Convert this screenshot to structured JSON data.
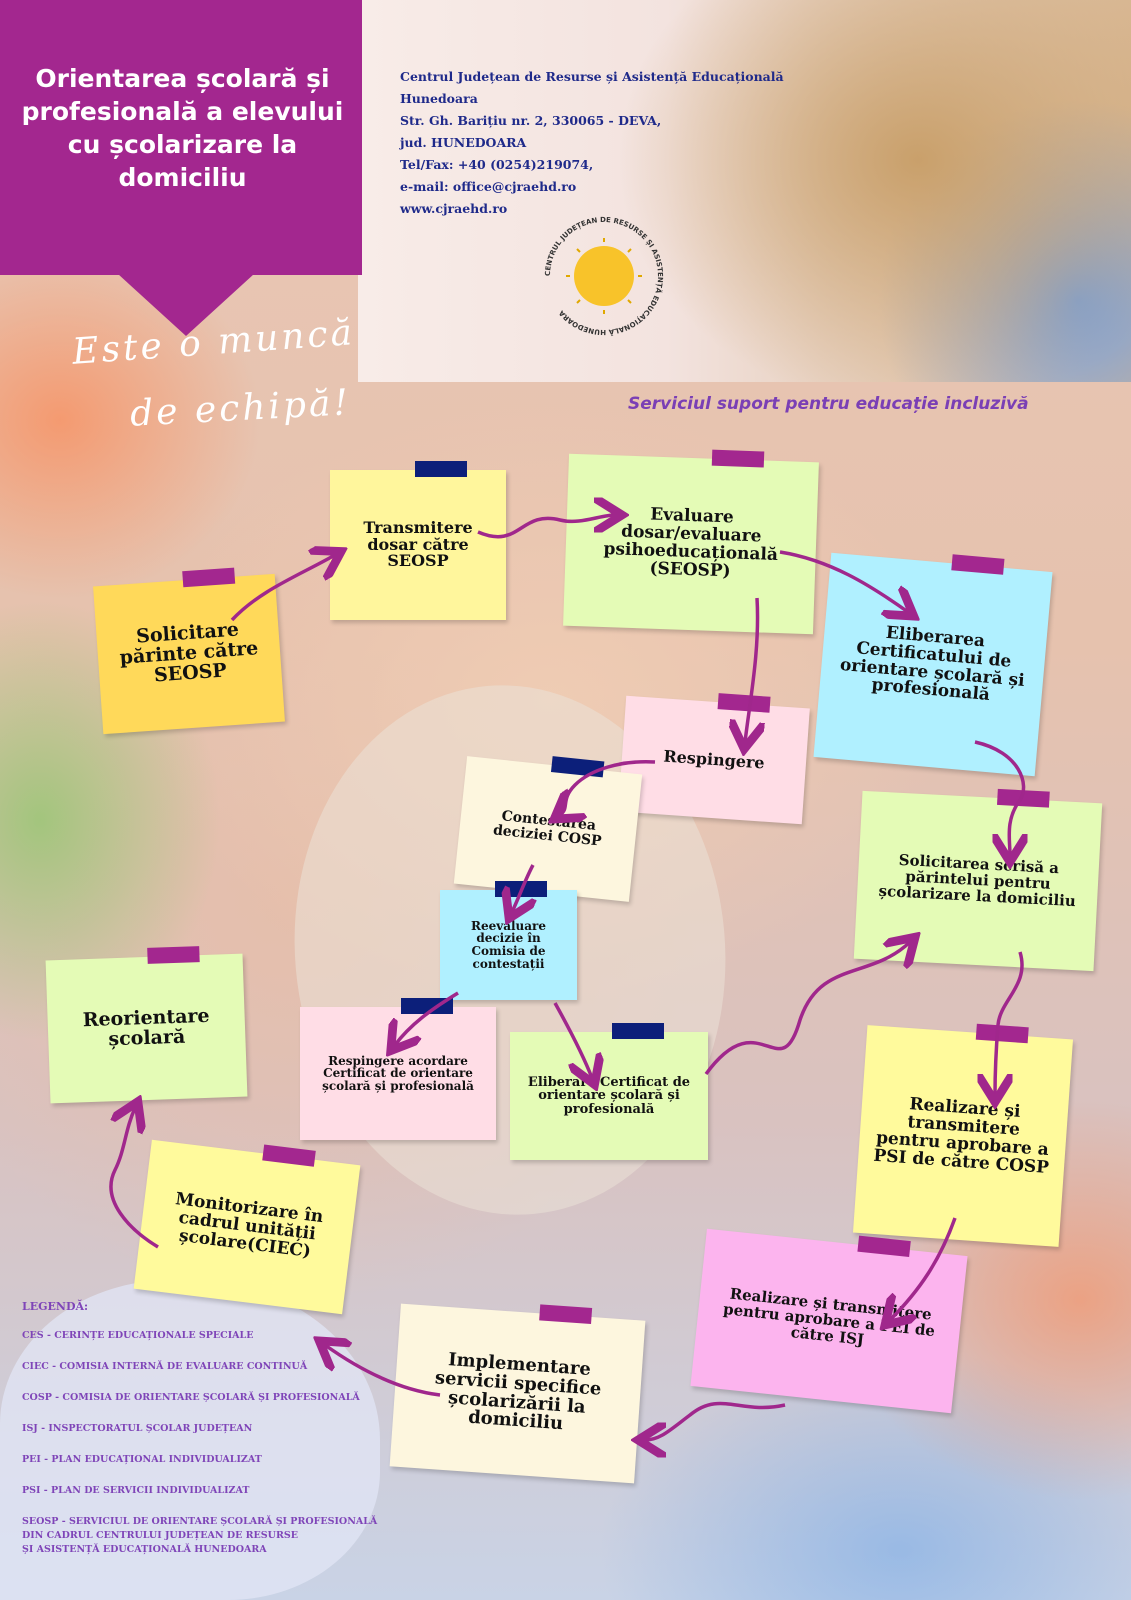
{
  "header": {
    "title": "Orientarea școlară și profesională a elevului cu școlarizare la domiciliu",
    "slogan_line1": "Este o muncă",
    "slogan_line2": "de echipă!",
    "subtitle": "Serviciul suport pentru educație incluzivă"
  },
  "contact": {
    "lines": [
      "Centrul Județean de Resurse și Asistență Educațională",
      "Hunedoara",
      "Str. Gh. Barițiu  nr. 2, 330065  - DEVA,",
      "jud. HUNEDOARA",
      "Tel/Fax:   +40 (0254)219074,",
      "e-mail: office@cjraehd.ro",
      "www.cjraehd.ro"
    ]
  },
  "logo": {
    "text": "CENTRUL JUDEȚEAN DE RESURSE ȘI ASISTENȚĂ EDUCAȚIONALĂ HUNEDOARA"
  },
  "colors": {
    "banner": "#a3278f",
    "tape_magenta": "#a3278f",
    "tape_navy": "#0c1f7a",
    "arrow": "#a0278c",
    "legend": "#7f45b8"
  },
  "notes": [
    {
      "id": "solicitare-parinte",
      "label": "Solicitare părinte către SEOSP",
      "color": "#ffd95a",
      "tape": "magenta"
    },
    {
      "id": "transmitere-dosar",
      "label": "Transmitere dosar către SEOSP",
      "color": "#fff69c",
      "tape": "navy"
    },
    {
      "id": "evaluare-dosar",
      "label": "Evaluare dosar/evaluare psihoeducațională (SEOSP)",
      "color": "#e4fbb6",
      "tape": "magenta"
    },
    {
      "id": "eliberarea-certificatului",
      "label": "Eliberarea Certificatului de orientare școlară și profesională",
      "color": "#b0f0ff",
      "tape": "magenta"
    },
    {
      "id": "respingere",
      "label": "Respingere",
      "color": "#ffdde6",
      "tape": "magenta"
    },
    {
      "id": "contestarea-deciziei",
      "label": "Contestarea deciziei COSP",
      "color": "#fdf6de",
      "tape": "navy"
    },
    {
      "id": "reevaluare-decizie",
      "label": "Reevaluare decizie în Comisia de contestații",
      "color": "#b0f0ff",
      "tape": "navy"
    },
    {
      "id": "solicitarea-scrisa",
      "label": "Solicitarea scrisă a părintelui pentru școlarizare la domiciliu",
      "color": "#e4fbb6",
      "tape": "magenta"
    },
    {
      "id": "reorientare-scolara",
      "label": "Reorientare școlară",
      "color": "#e4fbb6",
      "tape": "magenta"
    },
    {
      "id": "respingere-acordare",
      "label": "Respingere acordare Certificat de orientare școlară și profesională",
      "color": "#ffdde6",
      "tape": "navy"
    },
    {
      "id": "eliberare-certificat",
      "label": "Eliberare Certificat de orientare școlară și profesională",
      "color": "#e4fbb6",
      "tape": "navy"
    },
    {
      "id": "realizare-psi",
      "label": "Realizare și transmitere pentru aprobare a PSI de către COSP",
      "color": "#fffa9c",
      "tape": "magenta"
    },
    {
      "id": "monitorizare",
      "label": "Monitorizare în cadrul unității școlare(CIEC)",
      "color": "#fffa9c",
      "tape": "magenta"
    },
    {
      "id": "realizare-pei",
      "label": "Realizare și transmitere pentru aprobare a PEI de către ISJ",
      "color": "#fcb4ee",
      "tape": "magenta"
    },
    {
      "id": "implementare-servicii",
      "label": "Implementare servicii specifice școlarizării la domiciliu",
      "color": "#fdf6de",
      "tape": "magenta"
    }
  ],
  "legend": {
    "title": "LEGENDĂ:",
    "items": [
      "CES - CERINȚE  EDUCAȚIONALE SPECIALE",
      "CIEC - COMISIA INTERNĂ DE  EVALUARE CONTINUĂ",
      "COSP - COMISIA DE ORIENTARE  ȘCOLARĂ ȘI PROFESIONALĂ",
      "ISJ - INSPECTORATUL ȘCOLAR JUDEȚEAN",
      "PEI - PLAN EDUCAȚIONAL INDIVIDUALIZAT",
      "PSI - PLAN DE SERVICII  INDIVIDUALIZAT",
      "SEOSP - SERVICIUL DE ORIENTARE  ȘCOLARĂ ȘI PROFESIONALĂ\n            DIN CADRUL CENTRULUI JUDEȚEAN DE RESURSE\n            ȘI ASISTENȚĂ EDUCAȚIONALĂ HUNEDOARA"
    ]
  }
}
